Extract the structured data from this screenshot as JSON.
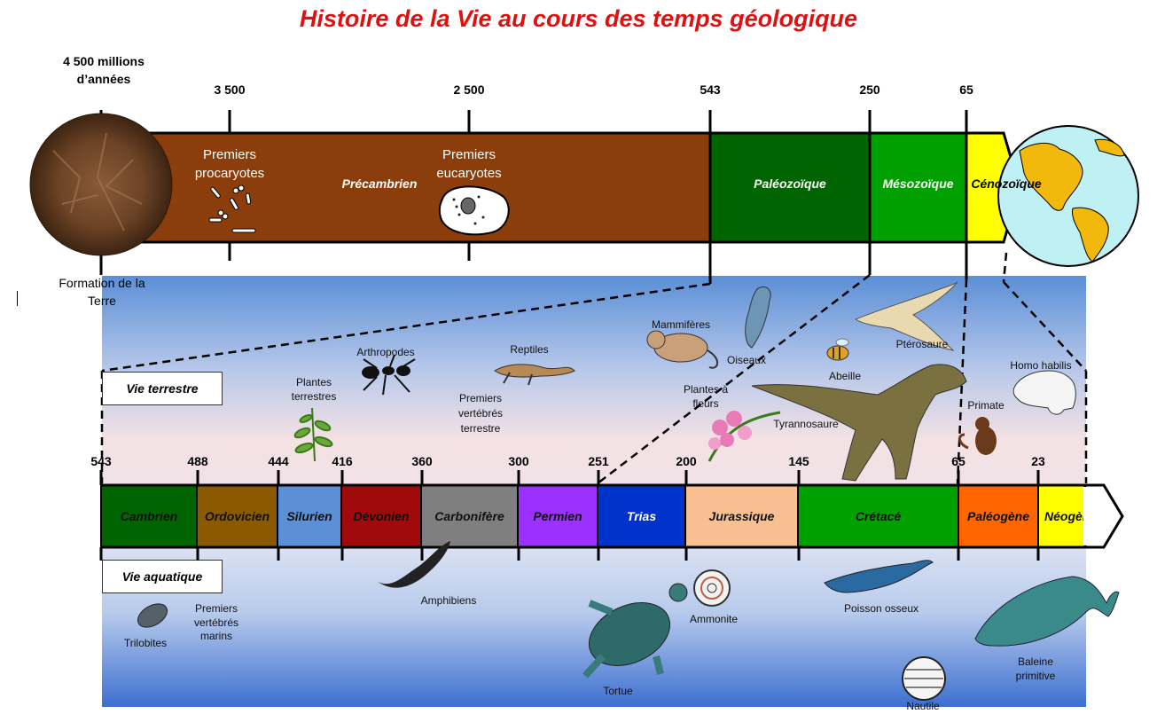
{
  "title": "Histoire de la Vie au cours des temps géologique",
  "top_timeline": {
    "start_label": "4 500 millions d’années",
    "ticks": [
      "3 500",
      "2 500",
      "543",
      "250",
      "65"
    ],
    "earth_formation": "Formation de la Terre",
    "eras": [
      "Précambrien",
      "Paléozoïque",
      "Mésozoïque",
      "Cénozoïque"
    ],
    "events": [
      "Premiers procaryotes",
      "Premiers eucaryotes"
    ]
  },
  "bottom_timeline": {
    "ticks": [
      "543",
      "488",
      "444",
      "416",
      "360",
      "300",
      "251",
      "200",
      "145",
      "65",
      "23"
    ],
    "periods": [
      "Cambrien",
      "Ordovicien",
      "Silurien",
      "Dévonien",
      "Carbonifère",
      "Permien",
      "Trias",
      "Jurassique",
      "Crétacé",
      "Paléogène",
      "Néogène"
    ],
    "box_land": "Vie terrestre",
    "box_water": "Vie aquatique"
  },
  "land_labels": {
    "plantes": "Plantes terrestres",
    "arthropodes": "Arthropodes",
    "reptiles": "Reptiles",
    "vertebres": "Premiers vertébrés terrestre",
    "mammiferes": "Mammifères",
    "oiseaux": "Oiseaux",
    "plantes_fleurs": "Plantes à fleurs",
    "abeille": "Abeille",
    "pterosaure": "Ptérosaure",
    "tyrannosaure": "Tyrannosaure",
    "homo": "Homo habilis",
    "primate": "Primate"
  },
  "water_labels": {
    "trilobites": "Trilobites",
    "vertebres_marins": "Premiers vertébrés marins",
    "amphibiens": "Amphibiens",
    "tortue": "Tortue",
    "ammonite": "Ammonite",
    "poisson": "Poisson osseux",
    "baleine": "Baleine primitive",
    "nautile": "Nautile"
  },
  "colors": {
    "precambrien": "#8b3e0c",
    "paleozoique": "#006400",
    "mesozoique": "#009a00",
    "cenozoique": "#ffff00",
    "cambrien": "#006400",
    "ordovicien": "#8b5a00",
    "silurien": "#5b8fd6",
    "devonien": "#a00a0a",
    "carbonifere": "#7f7f7f",
    "permien": "#9b30ff",
    "trias": "#0033cc",
    "jurassique": "#f8c090",
    "cretace": "#00a000",
    "paleogene": "#ff6600",
    "neogene": "#ffff00"
  }
}
